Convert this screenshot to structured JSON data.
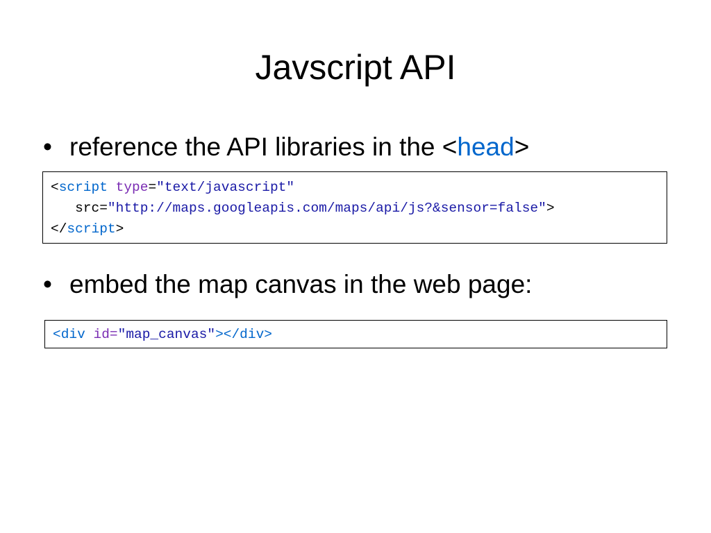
{
  "slide": {
    "title": "Javscript API",
    "bullet_glyph": "•"
  },
  "bullets": [
    {
      "text_before": "reference the API libraries in the <",
      "highlight": "head",
      "text_after": ">"
    },
    {
      "text": "embed the map canvas in the web page:"
    }
  ],
  "code1": {
    "lt": "<",
    "tag": "script",
    "attr1": "type",
    "eq": "=",
    "val1": "\"text/javascript\"",
    "indent": "   ",
    "attr2": "src",
    "val2": "\"http://maps.googleapis.com/maps/api/js?&sensor=false\"",
    "gt": ">",
    "close_lt": "</",
    "close_tag": "script",
    "close_gt": ">"
  },
  "code2": {
    "open": "<div",
    "attr": "id",
    "eq": "=",
    "val": "\"map_canvas\"",
    "close": "></div>"
  },
  "colors": {
    "keyword": "#0066cc",
    "attribute": "#7a2cb3",
    "string": "#1a1aa6"
  }
}
